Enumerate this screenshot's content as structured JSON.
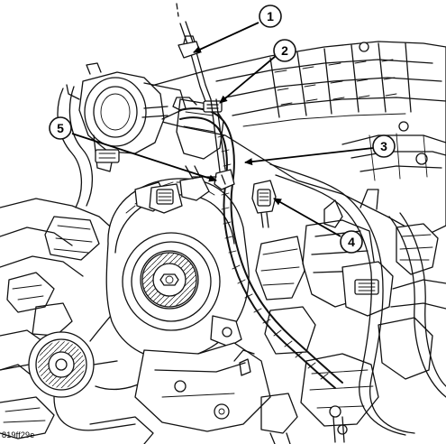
{
  "figure_id": "819ff29e",
  "callouts": [
    {
      "label": "1"
    },
    {
      "label": "2"
    },
    {
      "label": "3"
    },
    {
      "label": "4"
    },
    {
      "label": "5"
    }
  ]
}
